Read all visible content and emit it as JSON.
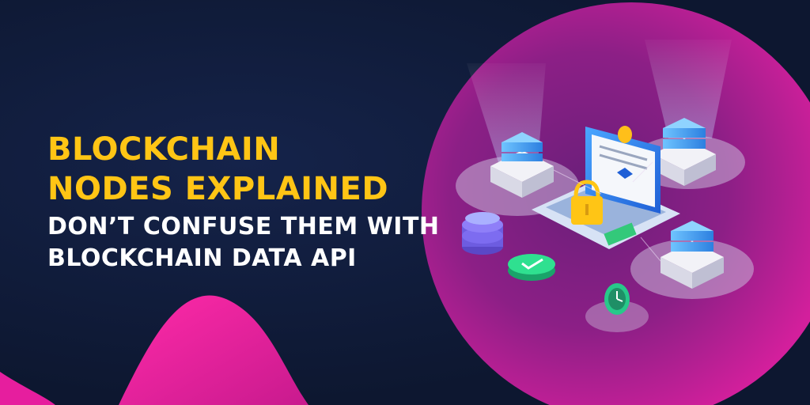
{
  "headline": {
    "line1": "BLOCKCHAIN",
    "line2": "NODES EXPLAINED",
    "line3": "DON’T CONFUSE THEM WITH",
    "line4": "BLOCKCHAIN DATA API"
  },
  "colors": {
    "background": "#0f1a33",
    "accent_yellow": "#ffc515",
    "magenta": "#e61e9e",
    "white": "#ffffff"
  }
}
